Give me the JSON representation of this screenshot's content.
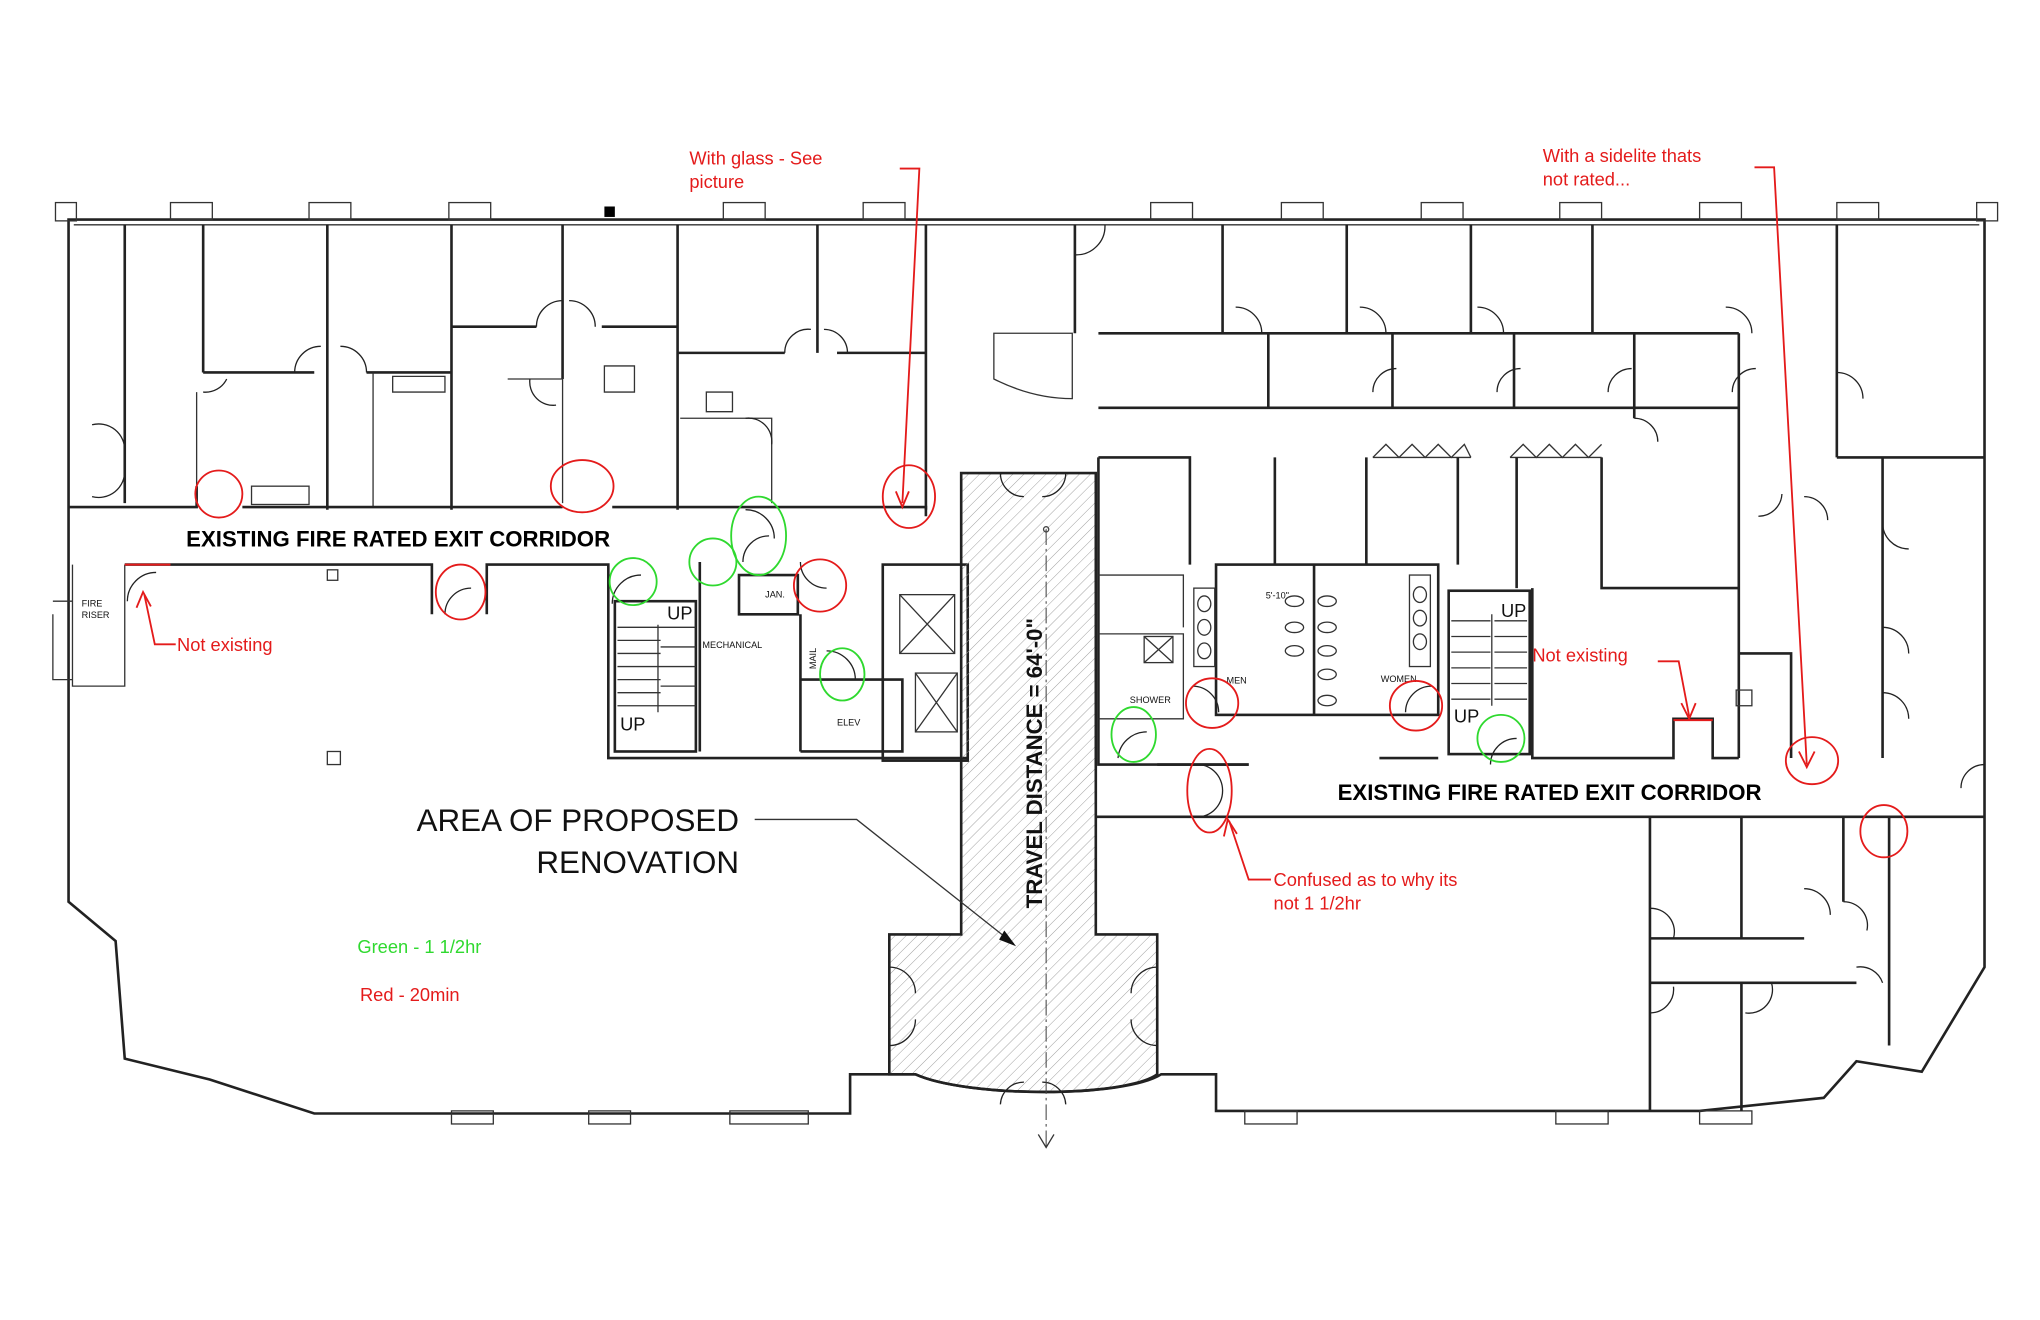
{
  "annotations": {
    "glass_line1": "With glass - See",
    "glass_line2": "picture",
    "sidelite_line1": "With a sidelite thats",
    "sidelite_line2": "not rated...",
    "not_existing_left": "Not existing",
    "not_existing_right": "Not existing",
    "confused_line1": "Confused as to why its",
    "confused_line2": "not 1 1/2hr"
  },
  "labels": {
    "corridor_left": "EXISTING FIRE RATED EXIT CORRIDOR",
    "corridor_right": "EXISTING FIRE RATED EXIT CORRIDOR",
    "area_line1": "AREA OF PROPOSED",
    "area_line2": "RENOVATION",
    "travel_distance": "TRAVEL DISTANCE = 64'-0\"",
    "dimension": "5'-10\""
  },
  "rooms": {
    "fire_riser_1": "FIRE",
    "fire_riser_2": "RISER",
    "mechanical": "MECHANICAL",
    "jan": "JAN.",
    "mail": "MAIL",
    "elev": "ELEV",
    "shower": "SHOWER",
    "men": "MEN",
    "women": "WOMEN",
    "up": "UP"
  },
  "legend": {
    "green": "Green - 1 1/2hr",
    "red": "Red - 20min",
    "green_color": "#2fd92f",
    "red_color": "#e41b1b"
  }
}
